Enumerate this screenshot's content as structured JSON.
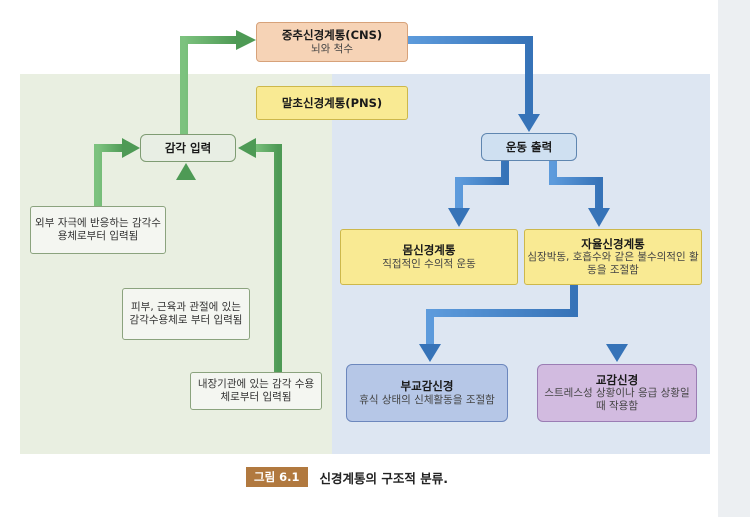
{
  "colors": {
    "green_arrow": "#5aa35f",
    "blue_arrow": "#3f7fc4",
    "panel_green": "#e9efe1",
    "panel_blue": "#dde6f2"
  },
  "cns": {
    "title": "중추신경계통(CNS)",
    "subtitle": "뇌와 척수"
  },
  "pns": {
    "title": "말초신경계통(PNS)"
  },
  "sensory": {
    "title": "감각 입력"
  },
  "motor": {
    "title": "운동 출력"
  },
  "inputs": [
    {
      "text": "외부 자극에 반응하는 감각수용체로부터 입력됨"
    },
    {
      "text": "피부, 근육과 관절에 있는 감각수용체로 부터 입력됨"
    },
    {
      "text": "내장기관에 있는 감각 수용체로부터 입력됨"
    }
  ],
  "somatic": {
    "title": "몸신경계통",
    "desc": "직접적인 수의적 운동"
  },
  "autonomic": {
    "title": "자율신경계통",
    "desc": "심장박동, 호흡수와 같은 불수의적인 활동을 조절함"
  },
  "parasympathetic": {
    "title": "부교감신경",
    "desc": "휴식 상태의 신체활동을 조절함"
  },
  "sympathetic": {
    "title": "교감신경",
    "desc": "스트레스성 상황이나 응급 상황일 때 작용함"
  },
  "caption": {
    "label": "그림 6.1",
    "text": "신경계통의 구조적 분류."
  }
}
